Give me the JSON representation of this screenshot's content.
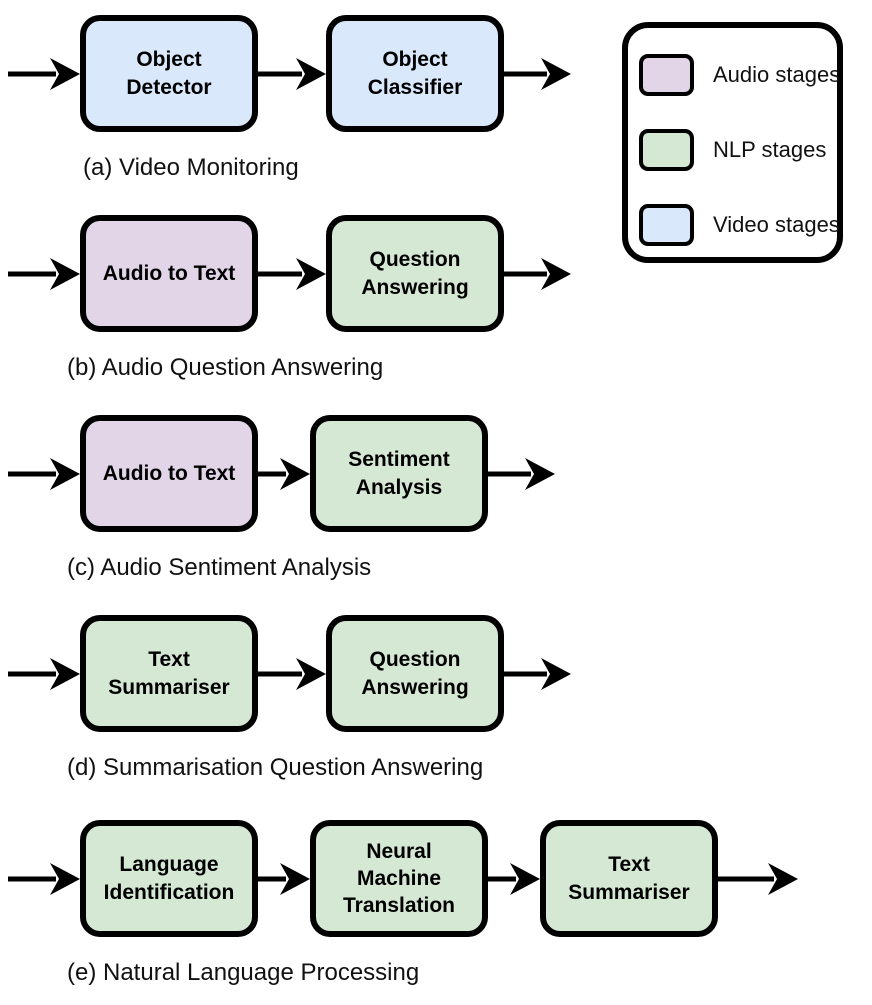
{
  "colors": {
    "audio": "#e1d5e7",
    "nlp": "#d5e8d4",
    "video": "#dae8fc",
    "stroke": "#000000",
    "background": "#ffffff"
  },
  "legend": {
    "items": [
      {
        "type": "audio",
        "label": "Audio stages"
      },
      {
        "type": "nlp",
        "label": "NLP stages"
      },
      {
        "type": "video",
        "label": "Video stages"
      }
    ]
  },
  "pipelines": [
    {
      "id": "a",
      "caption": "(a) Video Monitoring",
      "stages": [
        {
          "label": "Object Detector",
          "type": "video",
          "lines": [
            "Object",
            "Detector"
          ]
        },
        {
          "label": "Object Classifier",
          "type": "video",
          "lines": [
            "Object",
            "Classifier"
          ]
        }
      ]
    },
    {
      "id": "b",
      "caption": "(b) Audio Question Answering",
      "stages": [
        {
          "label": "Audio to Text",
          "type": "audio",
          "lines": [
            "Audio to Text"
          ]
        },
        {
          "label": "Question Answering",
          "type": "nlp",
          "lines": [
            "Question",
            "Answering"
          ]
        }
      ]
    },
    {
      "id": "c",
      "caption": "(c) Audio Sentiment Analysis",
      "stages": [
        {
          "label": "Audio to Text",
          "type": "audio",
          "lines": [
            "Audio to Text"
          ]
        },
        {
          "label": "Sentiment Analysis",
          "type": "nlp",
          "lines": [
            "Sentiment",
            "Analysis"
          ]
        }
      ]
    },
    {
      "id": "d",
      "caption": "(d) Summarisation Question Answering",
      "stages": [
        {
          "label": "Text Summariser",
          "type": "nlp",
          "lines": [
            "Text",
            "Summariser"
          ]
        },
        {
          "label": "Question Answering",
          "type": "nlp",
          "lines": [
            "Question",
            "Answering"
          ]
        }
      ]
    },
    {
      "id": "e",
      "caption": "(e) Natural Language Processing",
      "stages": [
        {
          "label": "Language Identification",
          "type": "nlp",
          "lines": [
            "Language",
            "Identification"
          ]
        },
        {
          "label": "Neural Machine Translation",
          "type": "nlp",
          "lines": [
            "Neural",
            "Machine",
            "Translation"
          ]
        },
        {
          "label": "Text Summariser",
          "type": "nlp",
          "lines": [
            "Text",
            "Summariser"
          ]
        }
      ]
    }
  ]
}
